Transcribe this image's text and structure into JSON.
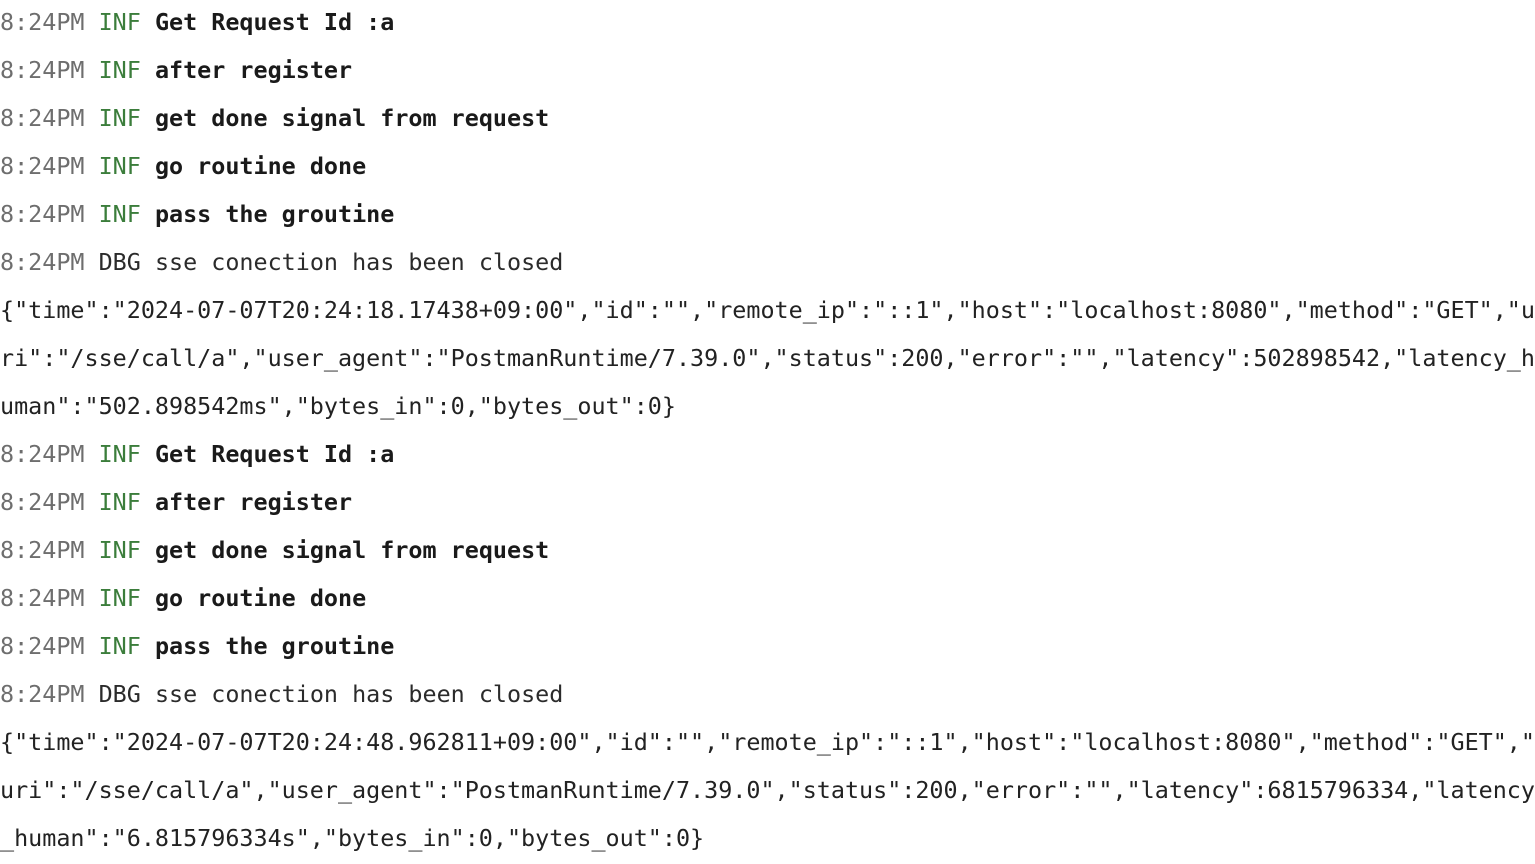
{
  "colors": {
    "background": "#ffffff",
    "timestamp": "#6e6e6e",
    "inf_level": "#3b7d3b",
    "text": "#1f1f1f"
  },
  "log_lines": [
    {
      "type": "log",
      "time": "8:24PM",
      "level": "INF",
      "message": "Get Request Id :a",
      "bold": true
    },
    {
      "type": "log",
      "time": "8:24PM",
      "level": "INF",
      "message": "after register",
      "bold": true
    },
    {
      "type": "log",
      "time": "8:24PM",
      "level": "INF",
      "message": "get done signal from request",
      "bold": true
    },
    {
      "type": "log",
      "time": "8:24PM",
      "level": "INF",
      "message": "go routine done",
      "bold": true
    },
    {
      "type": "log",
      "time": "8:24PM",
      "level": "INF",
      "message": "pass the groutine",
      "bold": true
    },
    {
      "type": "log",
      "time": "8:24PM",
      "level": "DBG",
      "message": "sse conection has been closed",
      "bold": false
    },
    {
      "type": "raw",
      "text": "{\"time\":\"2024-07-07T20:24:18.17438+09:00\",\"id\":\"\",\"remote_ip\":\"::1\",\"host\":\"localhost:8080\",\"method\":\"GET\",\"u"
    },
    {
      "type": "raw",
      "text": "ri\":\"/sse/call/a\",\"user_agent\":\"PostmanRuntime/7.39.0\",\"status\":200,\"error\":\"\",\"latency\":502898542,\"latency_h"
    },
    {
      "type": "raw",
      "text": "uman\":\"502.898542ms\",\"bytes_in\":0,\"bytes_out\":0}"
    },
    {
      "type": "log",
      "time": "8:24PM",
      "level": "INF",
      "message": "Get Request Id :a",
      "bold": true
    },
    {
      "type": "log",
      "time": "8:24PM",
      "level": "INF",
      "message": "after register",
      "bold": true
    },
    {
      "type": "log",
      "time": "8:24PM",
      "level": "INF",
      "message": "get done signal from request",
      "bold": true
    },
    {
      "type": "log",
      "time": "8:24PM",
      "level": "INF",
      "message": "go routine done",
      "bold": true
    },
    {
      "type": "log",
      "time": "8:24PM",
      "level": "INF",
      "message": "pass the groutine",
      "bold": true
    },
    {
      "type": "log",
      "time": "8:24PM",
      "level": "DBG",
      "message": "sse conection has been closed",
      "bold": false
    },
    {
      "type": "raw",
      "text": "{\"time\":\"2024-07-07T20:24:48.962811+09:00\",\"id\":\"\",\"remote_ip\":\"::1\",\"host\":\"localhost:8080\",\"method\":\"GET\",\""
    },
    {
      "type": "raw",
      "text": "uri\":\"/sse/call/a\",\"user_agent\":\"PostmanRuntime/7.39.0\",\"status\":200,\"error\":\"\",\"latency\":6815796334,\"latency"
    },
    {
      "type": "raw",
      "text": "_human\":\"6.815796334s\",\"bytes_in\":0,\"bytes_out\":0}"
    }
  ]
}
